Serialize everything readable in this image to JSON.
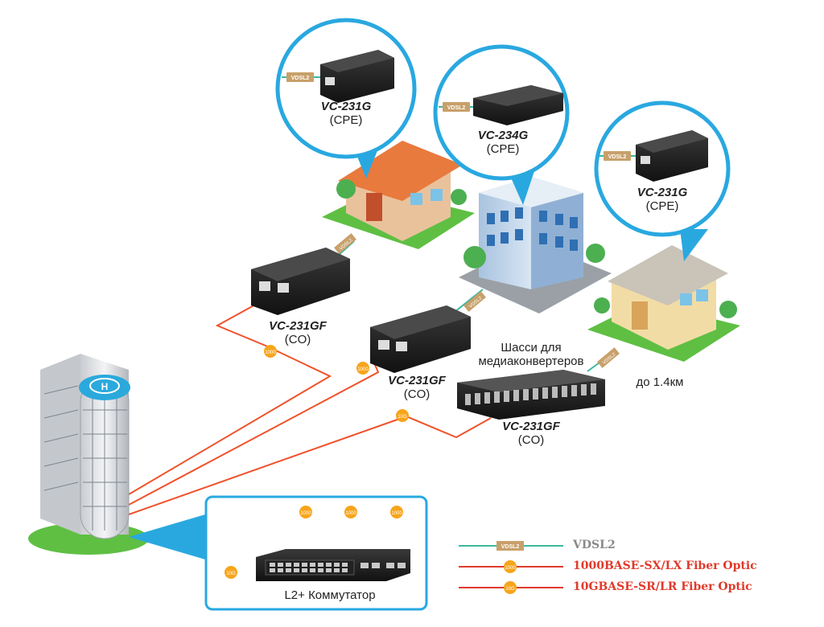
{
  "bubbles": [
    {
      "id": "b1",
      "model": "VC-231G",
      "role": "(CPE)",
      "tag": "VDSL2"
    },
    {
      "id": "b2",
      "model": "VC-234G",
      "role": "(CPE)",
      "tag": "VDSL2"
    },
    {
      "id": "b3",
      "model": "VC-231G",
      "role": "(CPE)",
      "tag": "VDSL2"
    }
  ],
  "co_devices": [
    {
      "model": "VC-231GF",
      "role": "(CO)"
    },
    {
      "model": "VC-231GF",
      "role": "(CO)"
    },
    {
      "model": "VC-231GF",
      "role": "(CO)"
    }
  ],
  "chassis_label_line1": "Шасси для",
  "chassis_label_line2": "медиаконвертеров",
  "distance_label": "до 1.4км",
  "switch_label": "L2+ Коммутатор",
  "line_tags": {
    "vdsl": "VDSL2",
    "g1": "1000",
    "g10": "10G"
  },
  "legend": [
    {
      "label": "VDSL2",
      "color": "#8a8a8a",
      "tag": "VDSL2"
    },
    {
      "label": "1000BASE-SX/LX Fiber Optic",
      "color": "#e03a2b",
      "tag": "1000"
    },
    {
      "label": "10GBASE-SR/LR Fiber Optic",
      "color": "#e03a2b",
      "tag": "10G"
    }
  ],
  "colors": {
    "bubble": "#29a8e0",
    "fiber": "#f0522b",
    "vdsl": "#3bb8a0",
    "tag": "#f7a51c",
    "vdsl_tag": "#c8a06a"
  }
}
